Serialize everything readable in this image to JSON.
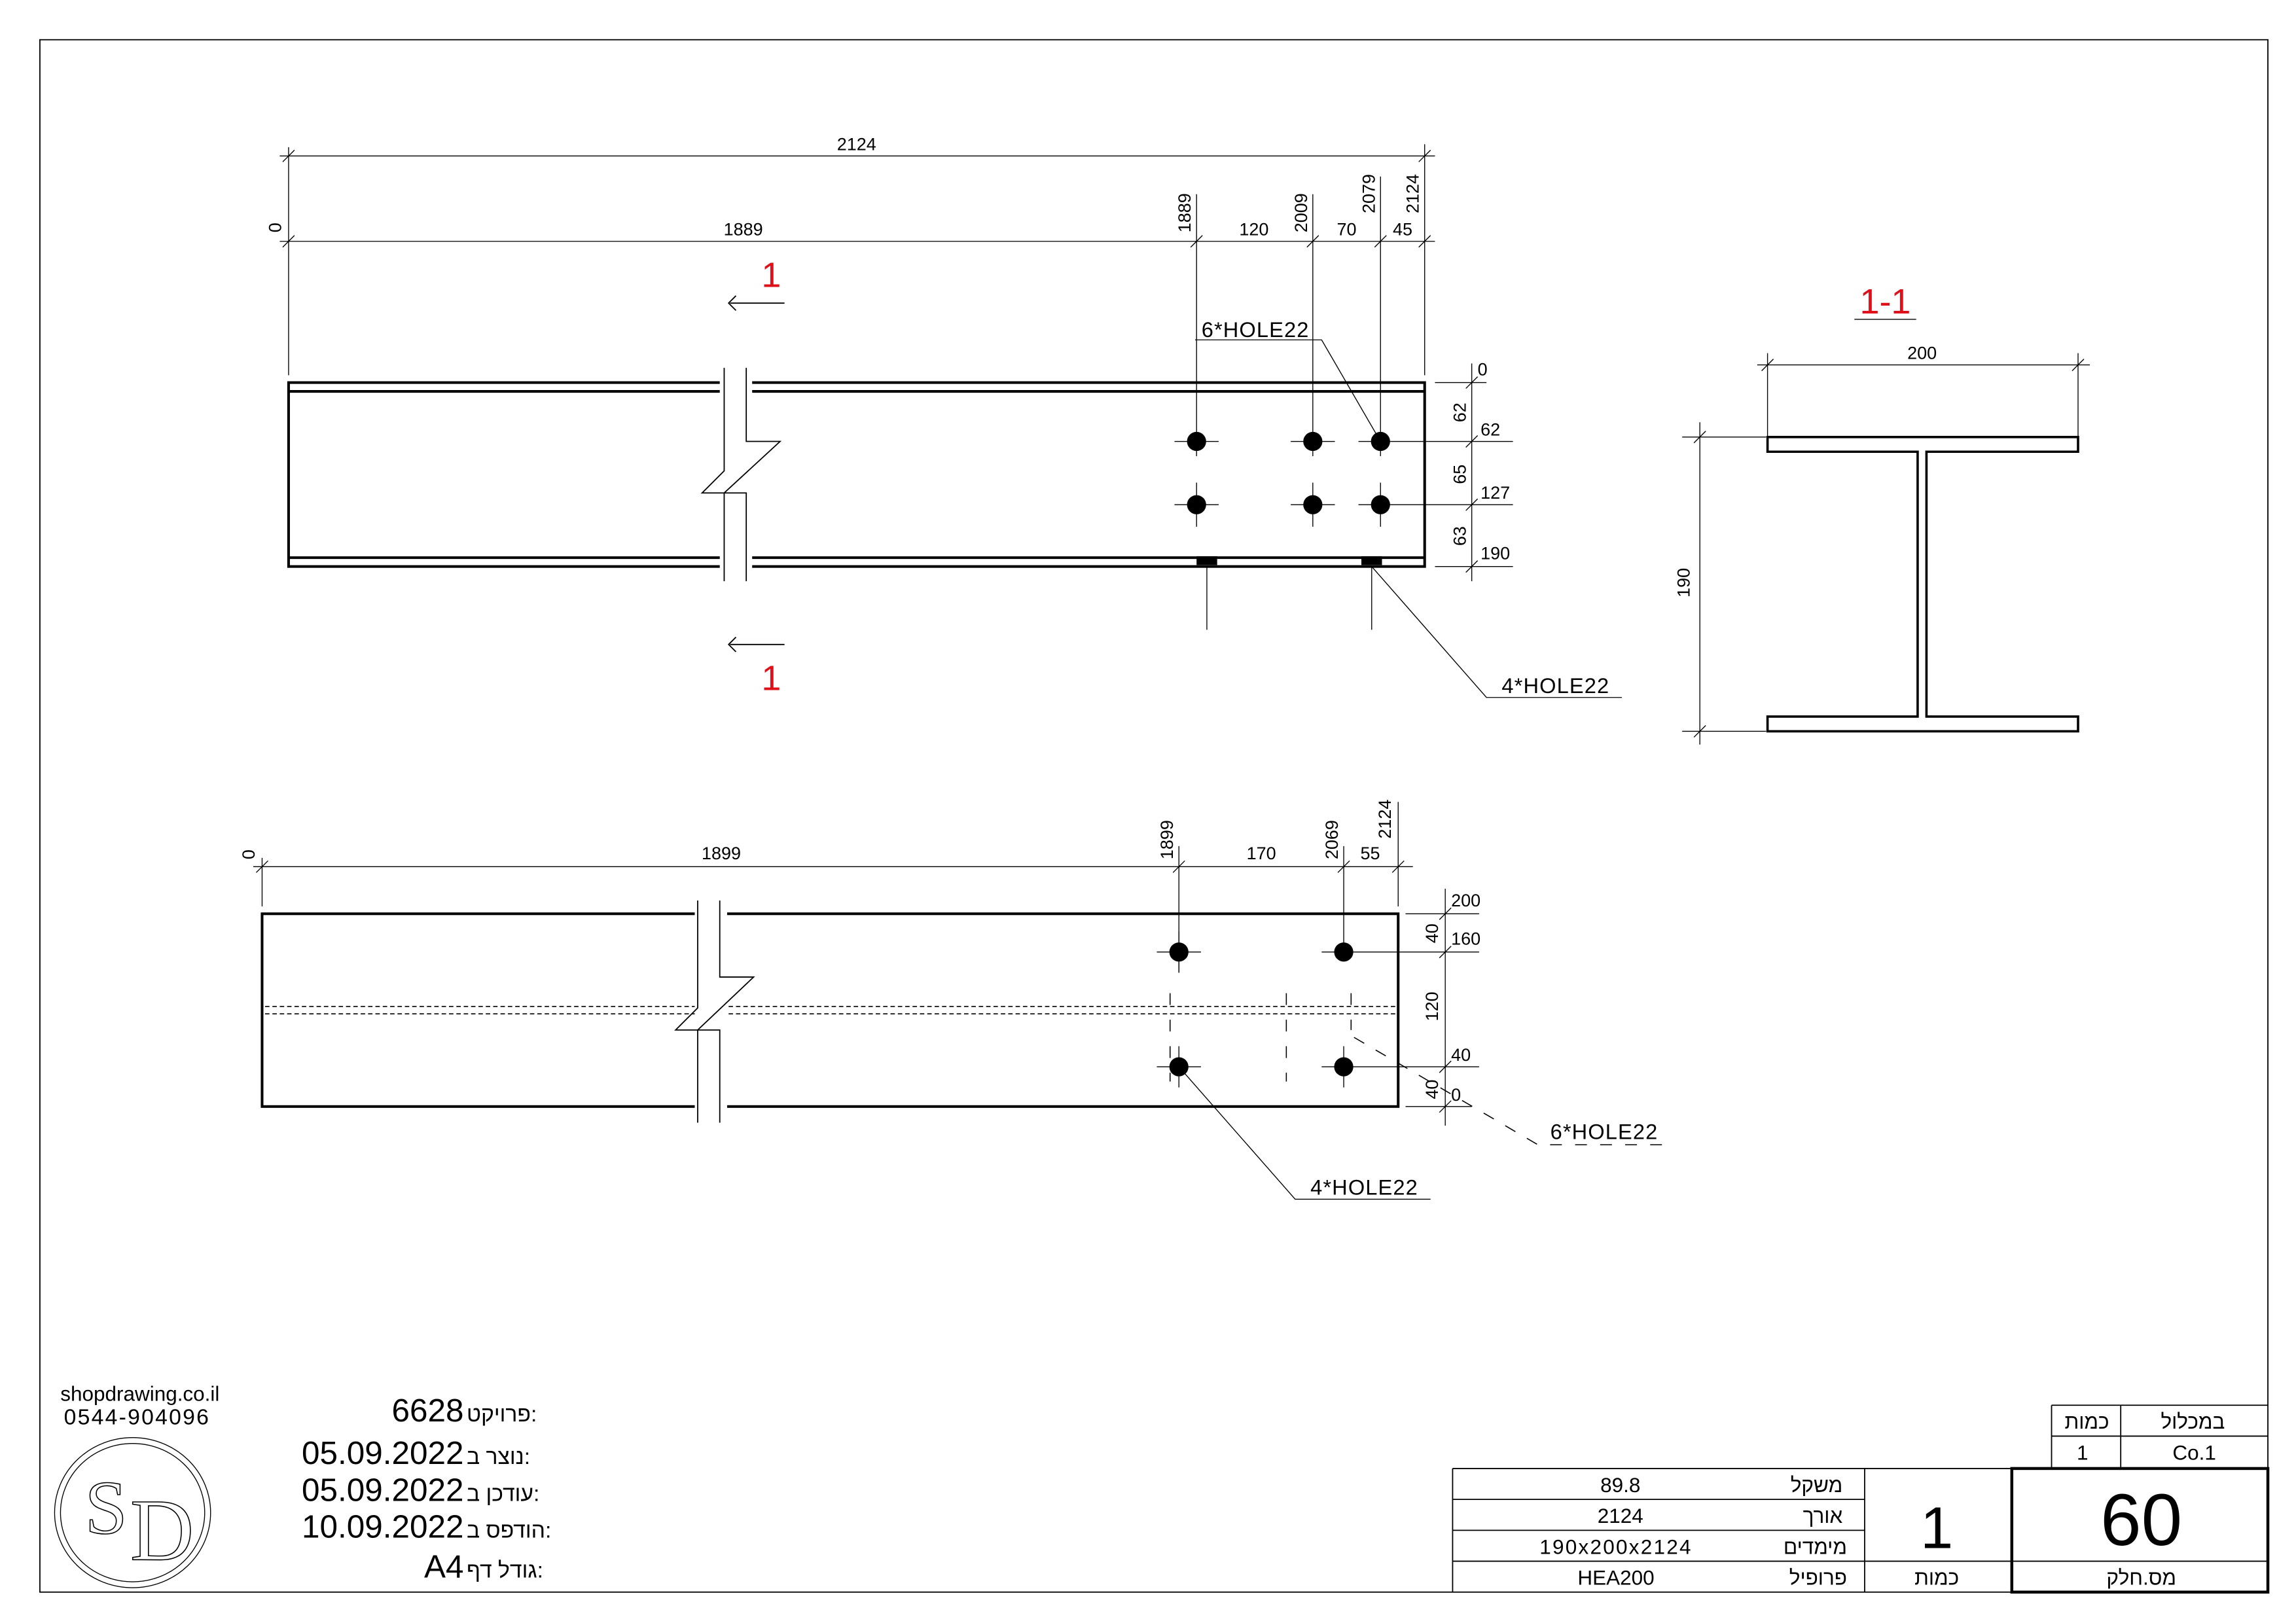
{
  "colors": {
    "section_marker": "#e0101a",
    "line": "#000000"
  },
  "top_view": {
    "overall_length": "2124",
    "chain_dims": {
      "zero": "0",
      "d1889": "1889",
      "d120": "120",
      "d70": "70",
      "d45": "45"
    },
    "ordinates": {
      "o1889": "1889",
      "o2009": "2009",
      "o2079": "2079",
      "o2124": "2124"
    },
    "vertical_dims": {
      "o0": "0",
      "s62": "62",
      "o62": "62",
      "s65": "65",
      "o127": "127",
      "s63": "63",
      "o190": "190"
    },
    "hole_label_web": "6*HOLE22",
    "hole_label_flange": "4*HOLE22",
    "section_marker": "1"
  },
  "section_view": {
    "title": "1-1",
    "width": "200",
    "height": "190"
  },
  "bottom_view": {
    "chain_dims": {
      "zero": "0",
      "d1899": "1899",
      "d170": "170",
      "d55": "55"
    },
    "ordinates": {
      "o1899": "1899",
      "o2069": "2069",
      "o2124": "2124"
    },
    "vertical_dims": {
      "o200": "200",
      "s40a": "40",
      "o160": "160",
      "s120": "120",
      "o40": "40",
      "s40b": "40",
      "o0": "0"
    },
    "hole_label_flange": "4*HOLE22",
    "hole_label_web": "6*HOLE22"
  },
  "company": {
    "website": "shopdrawing.co.il",
    "phone": "0544-904096",
    "logo_text": "SD"
  },
  "info": [
    {
      "label": ":פרויקט",
      "value": "6628"
    },
    {
      "label": ":נוצר ב",
      "value": "05.09.2022"
    },
    {
      "label": ":עודכן ב",
      "value": "05.09.2022"
    },
    {
      "label": ":הודפס ב",
      "value": "10.09.2022"
    },
    {
      "label": ":גודל דף",
      "value": "A4"
    }
  ],
  "title_block": {
    "weight_label": "משקל",
    "weight": "89.8",
    "length_label": "אורך",
    "length": "2124",
    "dims_label": "מימדים",
    "dims": "190x200x2124",
    "profile_label": "פרופיל",
    "profile": "HEA200",
    "qty_label": "כמות",
    "qty": "1",
    "part_no_label": "מס.חלק",
    "part_no": "60",
    "assembly_header": "במכלול",
    "assembly_qty_header": "כמות",
    "assembly": "Co.1",
    "assembly_qty": "1"
  }
}
